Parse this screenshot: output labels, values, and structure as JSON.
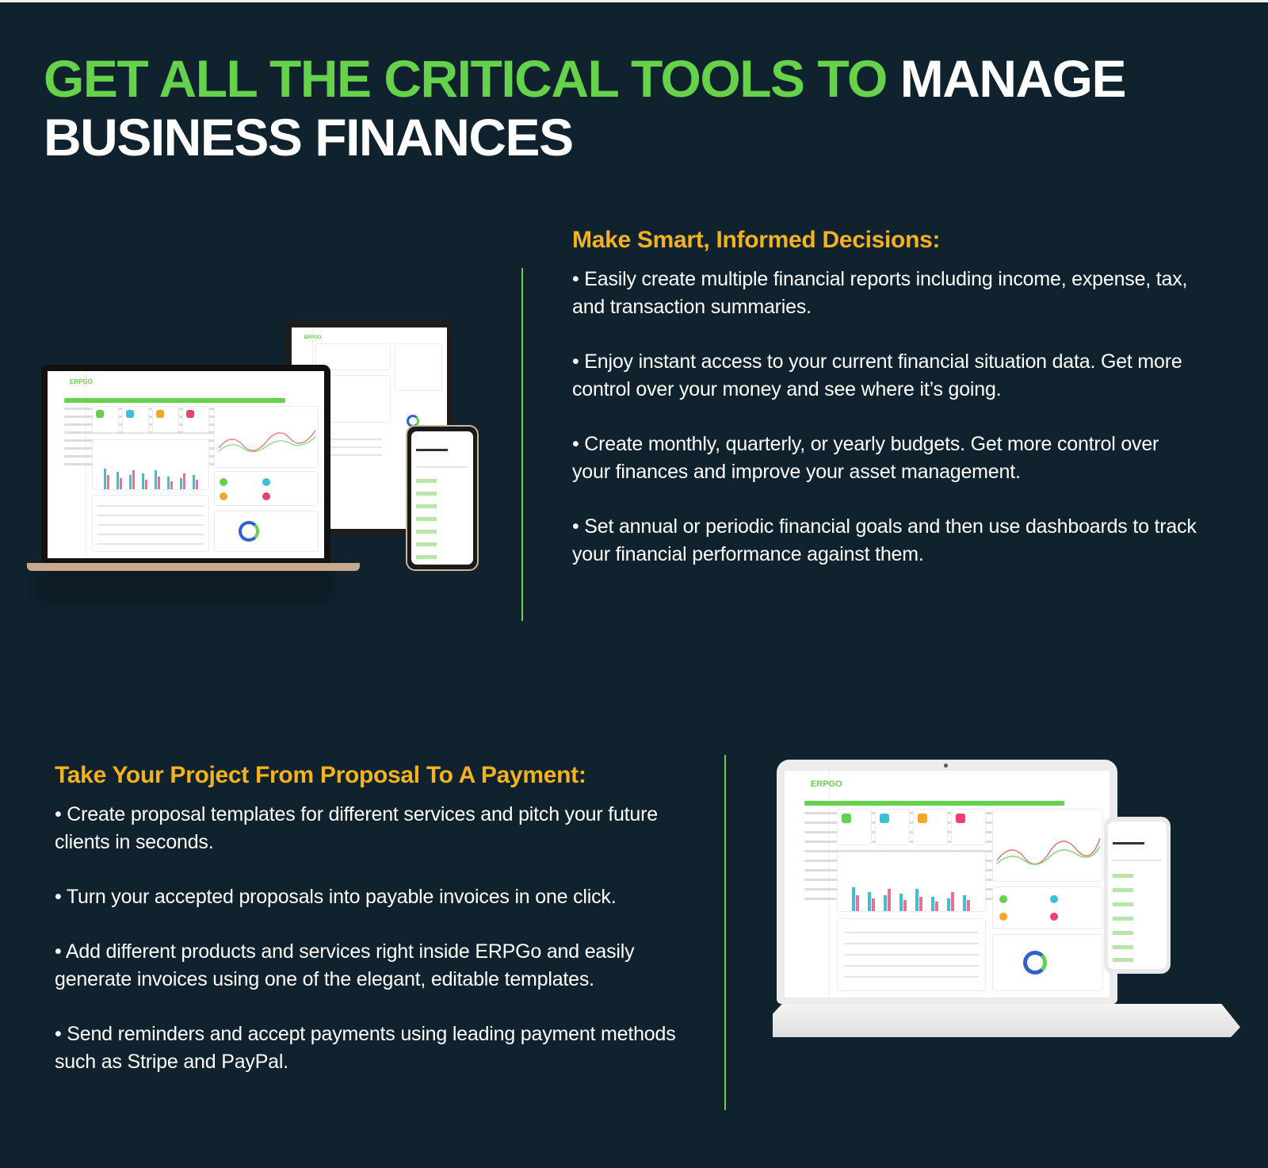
{
  "headline": {
    "green_part": "GET ALL THE CRITICAL TOOLS TO",
    "white_part_1": "MANAGE",
    "white_part_2": "BUSINESS FINANCES"
  },
  "section_decisions": {
    "title": "Make Smart, Informed Decisions:",
    "bullets": [
      "• Easily create multiple financial reports including income, expense, tax, and transaction summaries.",
      "• Enjoy instant access to your current financial situation data. Get more control over your money and see where it’s going.",
      "• Create monthly, quarterly, or yearly budgets. Get more control over your finances and improve your asset management.",
      "• Set annual or periodic financial goals and then use dashboards to track your financial performance against them."
    ]
  },
  "section_proposal": {
    "title": "Take Your Project From Proposal To A Payment:",
    "bullets": [
      "• Create proposal templates for different services and pitch your future clients in seconds.",
      "• Turn your accepted proposals into payable invoices in one click.",
      "• Add different products and services right inside ERPGo and easily generate invoices using one of the elegant, editable templates.",
      "• Send reminders and accept payments using leading payment methods such as Stripe and PayPal."
    ]
  },
  "mockup": {
    "logo_a": "ERP",
    "logo_b": "GO"
  },
  "colors": {
    "background": "#0f222d",
    "accent_green": "#66d14a",
    "accent_orange": "#f5b21f"
  }
}
